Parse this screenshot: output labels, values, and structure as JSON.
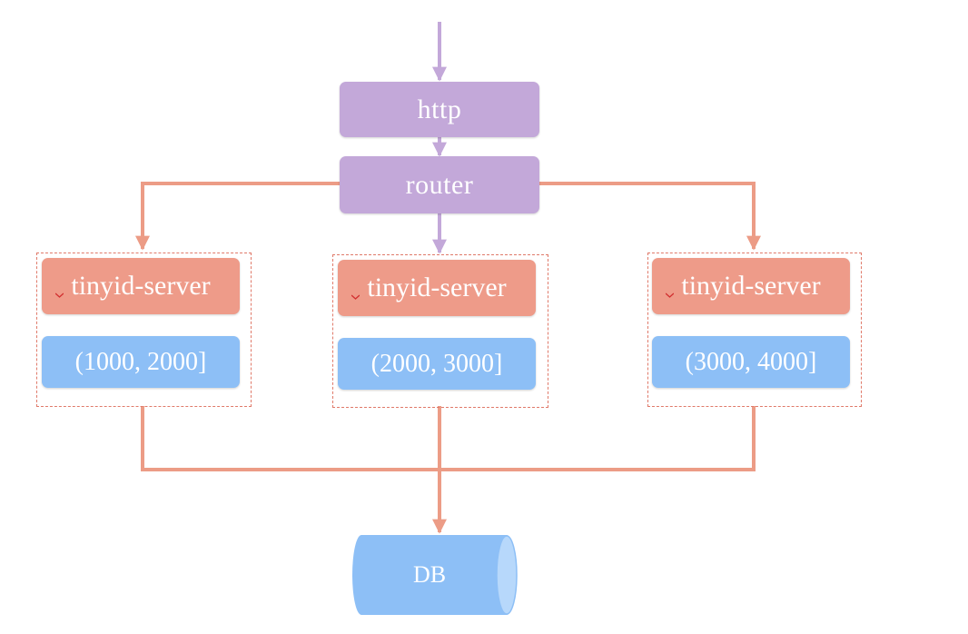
{
  "nodes": {
    "http": "http",
    "router": "router",
    "db": "DB"
  },
  "servers": [
    {
      "label": "tinyid-server",
      "range": "(1000, 2000]"
    },
    {
      "label": "tinyid-server",
      "range": "(2000, 3000]"
    },
    {
      "label": "tinyid-server",
      "range": "(3000, 4000]"
    }
  ],
  "colors": {
    "purple": "#c3a8d9",
    "salmon": "#ee9b89",
    "blue": "#8dbff6",
    "purple_arrow": "#c3a8d9",
    "salmon_arrow": "#ec9c86"
  }
}
